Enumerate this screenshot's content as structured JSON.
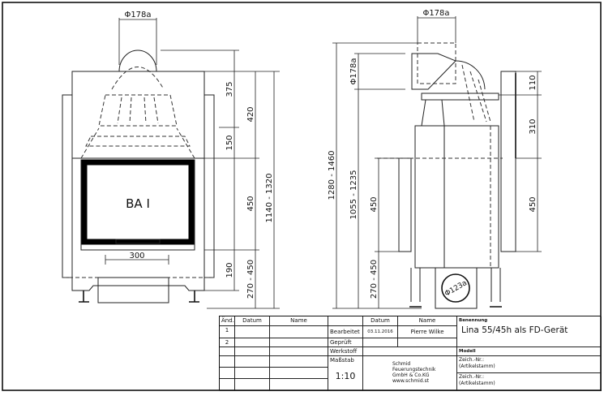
{
  "front_view": {
    "flue_diameter": "Φ178a",
    "door_label": "BA I",
    "width_300": "300",
    "dims": {
      "d375": "375",
      "d150": "150",
      "d190": "190",
      "d420": "420",
      "d450": "450",
      "d270_450": "270 - 450",
      "d1140_1320": "1140 - 1320"
    }
  },
  "side_view": {
    "flue_diameter_top": "Φ178a",
    "flue_diameter_side": "Φ178a",
    "air_inlet_diameter": "Φ123a",
    "dims": {
      "d1280_1460": "1280 - 1460",
      "d1055_1235": "1055 - 1235",
      "d450_left": "450",
      "d270_450": "270 - 450",
      "d110": "110",
      "d310": "310",
      "d450_right": "450"
    }
  },
  "title_block": {
    "headers": {
      "aend": "Änd.",
      "datum": "Datum",
      "name": "Name",
      "datum2": "Datum",
      "name2": "Name",
      "benennung": "Benennung"
    },
    "revisions": [
      "1",
      "2"
    ],
    "bearbeitet_label": "Bearbeitet",
    "bearbeitet_date": "03.11.2016",
    "bearbeitet_name": "Pierre Wilke",
    "geprueft_label": "Geprüft",
    "werkstoff_label": "Werkstoff",
    "massstab_label": "Maßstab",
    "massstab_value": "1:10",
    "company": [
      "Schmid",
      "Feuerungstechnik",
      "GmbH & Co.KG",
      "www.schmid.st"
    ],
    "title": "Lina 55/45h als FD-Gerät",
    "modell_label": "Modell",
    "zeich_nr_1": "Zeich.-Nr.:",
    "artikel_1": "(Artikelstamm)",
    "zeich_nr_2": "Zeich.-Nr.:",
    "artikel_2": "(Artikelstamm)"
  }
}
